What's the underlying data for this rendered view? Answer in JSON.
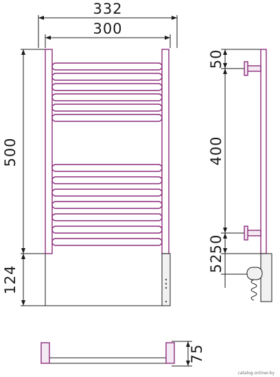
{
  "dimensions": {
    "overall_width": "332",
    "center_width": "300",
    "height_upper": "500",
    "height_lower": "124",
    "side_top": "50",
    "side_mid": "400",
    "side_bottom": "50",
    "side_heater": "52",
    "depth": "75"
  },
  "watermark": "catalog.onliner.by",
  "colors": {
    "part_outline": "#8a2a7a",
    "dimension_lines": "#1a1a1a"
  }
}
